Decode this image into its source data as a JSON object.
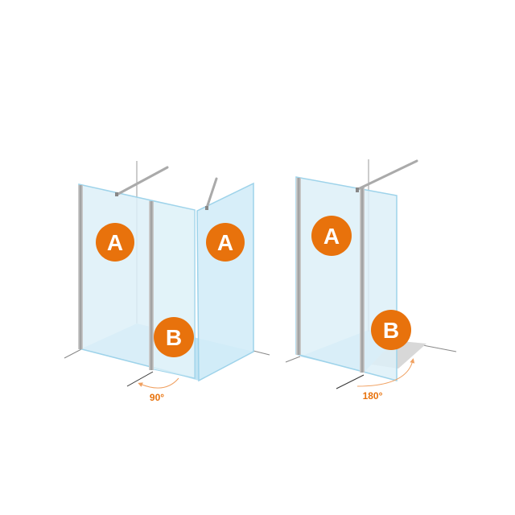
{
  "colors": {
    "badge": "#E8720C",
    "glass": "#DDF0F8",
    "glass_edge": "#9ED3EA",
    "floor": "#BFE3F3",
    "profile": "#B8B8B8"
  },
  "diagrams": [
    {
      "panel_a_label": "A",
      "panel_a2_label": "A",
      "panel_b_label": "B",
      "angle": "90°"
    },
    {
      "panel_a_label": "A",
      "panel_b_label": "B",
      "angle": "180°"
    }
  ]
}
